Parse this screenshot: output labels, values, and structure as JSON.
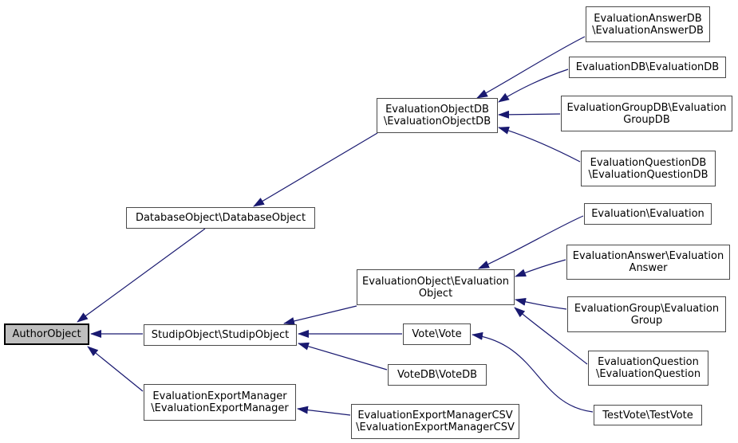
{
  "diagram": {
    "kind": "class-inheritance-graph",
    "colors": {
      "background": "#ffffff",
      "edge": "#191970",
      "node_border": "#4a4a4a",
      "node_fill": "#ffffff",
      "current_node_fill": "#bfbfbf",
      "text": "#000000"
    }
  },
  "nodes": {
    "author_object": {
      "line1": "AuthorObject",
      "current": true
    },
    "database_object": {
      "line1": "DatabaseObject\\DatabaseObject"
    },
    "evaluation_object_db": {
      "line1": "EvaluationObjectDB",
      "line2": "\\EvaluationObjectDB"
    },
    "evaluation_answer_db": {
      "line1": "EvaluationAnswerDB",
      "line2": "\\EvaluationAnswerDB"
    },
    "evaluation_db": {
      "line1": "EvaluationDB\\EvaluationDB"
    },
    "evaluation_group_db": {
      "line1": "EvaluationGroupDB\\Evaluation",
      "line2": "GroupDB"
    },
    "evaluation_question_db": {
      "line1": "EvaluationQuestionDB",
      "line2": "\\EvaluationQuestionDB"
    },
    "studip_object": {
      "line1": "StudipObject\\StudipObject"
    },
    "evaluation_object": {
      "line1": "EvaluationObject\\Evaluation",
      "line2": "Object"
    },
    "evaluation": {
      "line1": "Evaluation\\Evaluation"
    },
    "evaluation_answer": {
      "line1": "EvaluationAnswer\\Evaluation",
      "line2": "Answer"
    },
    "evaluation_group": {
      "line1": "EvaluationGroup\\Evaluation",
      "line2": "Group"
    },
    "evaluation_question": {
      "line1": "EvaluationQuestion",
      "line2": "\\EvaluationQuestion"
    },
    "vote": {
      "line1": "Vote\\Vote"
    },
    "vote_db": {
      "line1": "VoteDB\\VoteDB"
    },
    "test_vote": {
      "line1": "TestVote\\TestVote"
    },
    "evaluation_export_manager": {
      "line1": "EvaluationExportManager",
      "line2": "\\EvaluationExportManager"
    },
    "evaluation_export_manager_csv": {
      "line1": "EvaluationExportManagerCSV",
      "line2": "\\EvaluationExportManagerCSV"
    }
  },
  "edges": [
    {
      "from": "evaluation_answer_db",
      "to": "evaluation_object_db",
      "relation": "inherits"
    },
    {
      "from": "evaluation_db",
      "to": "evaluation_object_db",
      "relation": "inherits"
    },
    {
      "from": "evaluation_group_db",
      "to": "evaluation_object_db",
      "relation": "inherits"
    },
    {
      "from": "evaluation_question_db",
      "to": "evaluation_object_db",
      "relation": "inherits"
    },
    {
      "from": "evaluation_object_db",
      "to": "database_object",
      "relation": "inherits"
    },
    {
      "from": "database_object",
      "to": "author_object",
      "relation": "inherits"
    },
    {
      "from": "evaluation",
      "to": "evaluation_object",
      "relation": "inherits"
    },
    {
      "from": "evaluation_answer",
      "to": "evaluation_object",
      "relation": "inherits"
    },
    {
      "from": "evaluation_group",
      "to": "evaluation_object",
      "relation": "inherits"
    },
    {
      "from": "evaluation_question",
      "to": "evaluation_object",
      "relation": "inherits"
    },
    {
      "from": "evaluation_object",
      "to": "studip_object",
      "relation": "inherits"
    },
    {
      "from": "vote",
      "to": "studip_object",
      "relation": "inherits"
    },
    {
      "from": "vote_db",
      "to": "studip_object",
      "relation": "inherits"
    },
    {
      "from": "test_vote",
      "to": "vote",
      "relation": "inherits"
    },
    {
      "from": "studip_object",
      "to": "author_object",
      "relation": "inherits"
    },
    {
      "from": "evaluation_export_manager",
      "to": "author_object",
      "relation": "inherits"
    },
    {
      "from": "evaluation_export_manager_csv",
      "to": "evaluation_export_manager",
      "relation": "inherits"
    }
  ]
}
